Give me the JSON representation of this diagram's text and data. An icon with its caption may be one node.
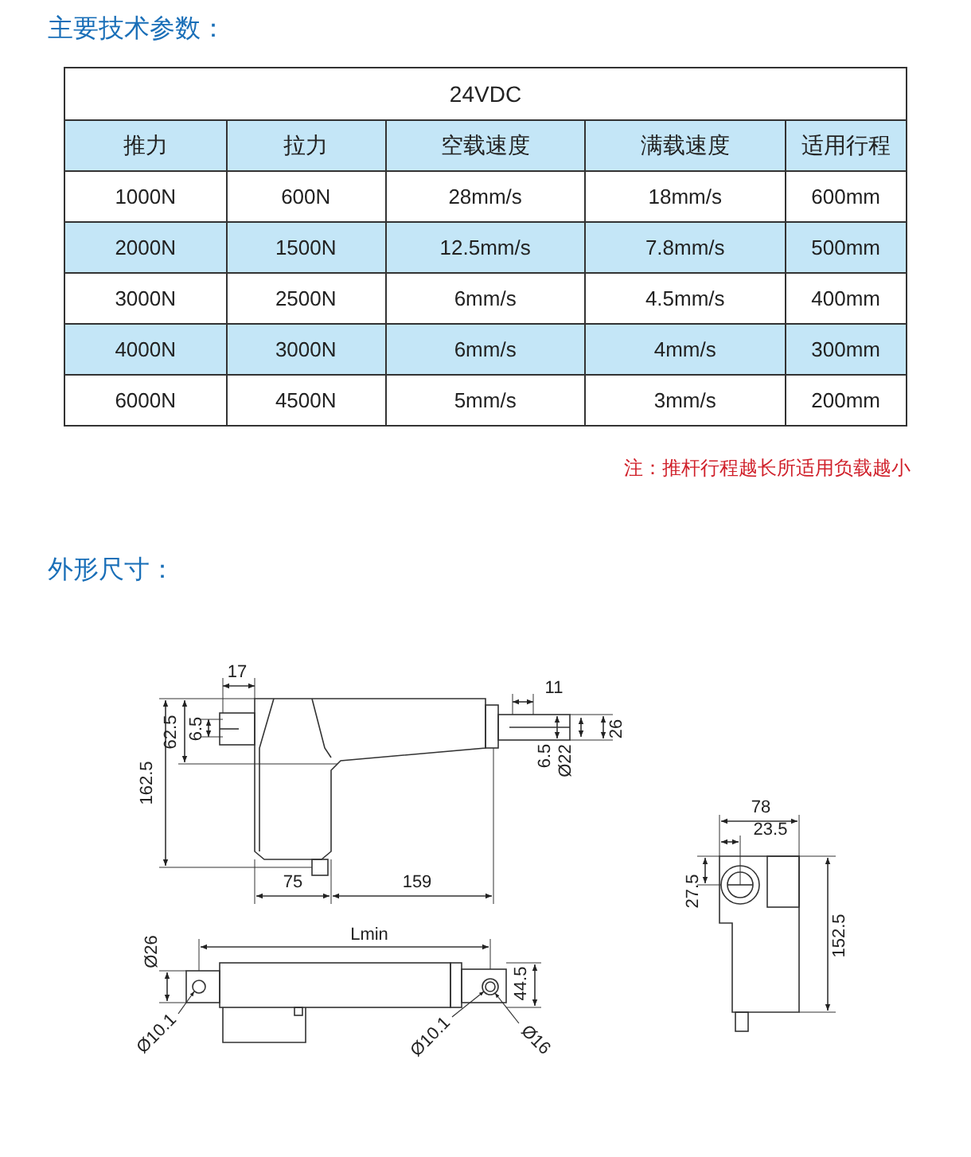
{
  "diagram": {
    "title": "主要技术参数：",
    "labels": [
      "24VDC",
      "推力",
      "拉力",
      "空载速度",
      "满载速度",
      "适用行程",
      "1000N",
      "600N",
      "28mm/s",
      "18mm/s",
      "600mm",
      "2000N",
      "1500N",
      "12.5mm/s",
      "7.8mm/s",
      "500mm",
      "3000N",
      "2500N",
      "6mm/s",
      "4.5mm/s",
      "400mm",
      "4000N",
      "3000N",
      "6mm/s",
      "4mm/s",
      "300mm",
      "6000N",
      "4500N",
      "5mm/s",
      "3mm/s",
      "200mm",
      "注：推杆行程越长所适用负载越小",
      "外形尺寸：",
      "17",
      "11",
      "62.5",
      "6.5",
      "26",
      "6.5",
      "Ø22",
      "162.5",
      "78",
      "23.5",
      "75",
      "159",
      "27.5",
      "Ø26",
      "Lmin",
      "152.5",
      "44.5",
      "Ø10.1",
      "Ø10.1",
      "Ø16"
    ]
  }
}
